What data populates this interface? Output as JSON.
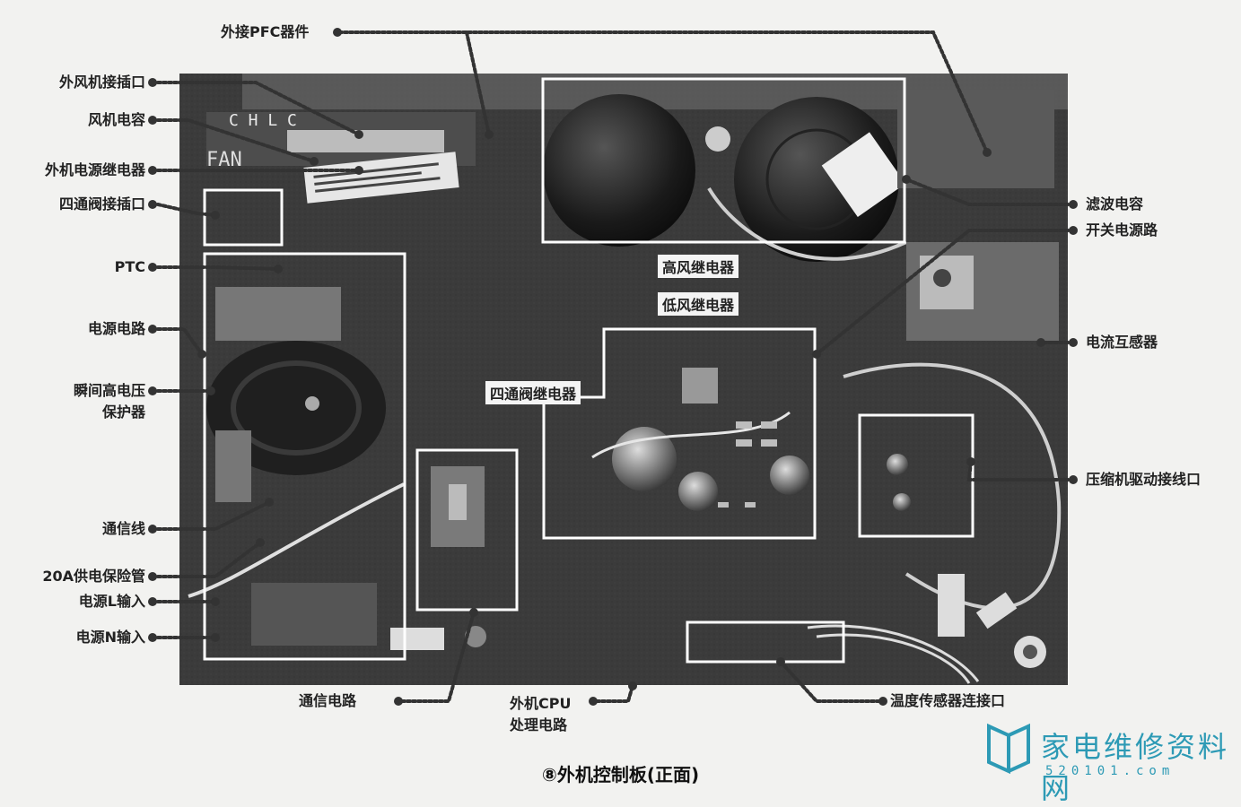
{
  "labels": {
    "left": [
      "外风机接插口",
      "风机电容",
      "外机电源继电器",
      "四通阀接插口",
      "PTC",
      "电源电路",
      "瞬间高电压",
      "保护器",
      "通信线",
      "20A供电保险管",
      "电源L输入",
      "电源N输入"
    ],
    "top": "外接PFC器件",
    "right": [
      "滤波电容",
      "开关电源路",
      "电流互感器",
      "压缩机驱动接线口",
      "温度传感器连接口"
    ],
    "bottom": [
      "通信电路",
      "外机CPU",
      "处理电路"
    ],
    "center": [
      "高风继电器",
      "低风继电器",
      "四通阀继电器"
    ]
  },
  "board_marks": {
    "header": "C H L C",
    "fan": "FAN"
  },
  "caption": "⑧外机控制板(正面)",
  "watermark": {
    "brand": "家电维修资料网",
    "url": "520101.com"
  },
  "colors": {
    "dots": "#333333",
    "boxes": "#ffffff",
    "brand": "#2d9ab5"
  }
}
